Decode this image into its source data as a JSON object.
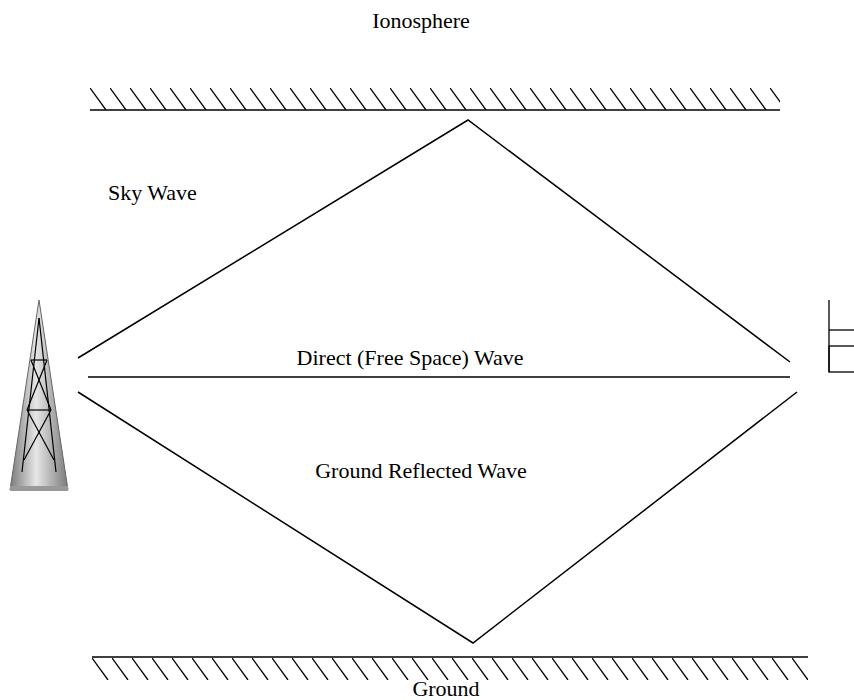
{
  "diagram": {
    "labels": [
      "Ionosphere",
      "Sky Wave",
      "Direct (Free Space) Wave",
      "Ground Reflected Wave",
      "Ground"
    ]
  }
}
